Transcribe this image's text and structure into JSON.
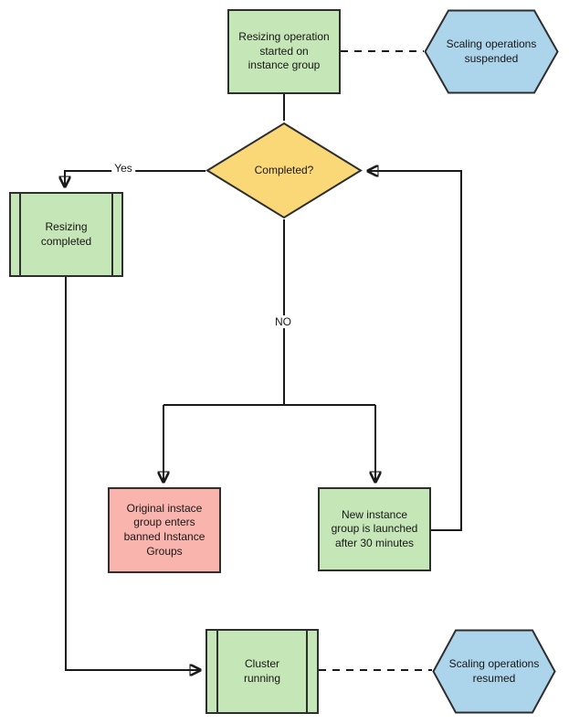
{
  "diagram": {
    "type": "flowchart",
    "colors": {
      "green": "#C5E6B6",
      "yellow": "#FAD878",
      "blue": "#ACD4EA",
      "pink": "#F9B5AD",
      "shape_stroke": "#2E2E2E",
      "line": "#1A1A1A",
      "background": "#FFFFFF"
    },
    "nodes": {
      "start": {
        "shape": "process",
        "fill_color": "#C5E6B6",
        "label": "Resizing operation\nstarted on\ninstance group"
      },
      "suspended": {
        "shape": "hexagon",
        "fill_color": "#ACD4EA",
        "label": "Scaling operations\nsuspended"
      },
      "completed": {
        "shape": "decision",
        "fill_color": "#FAD878",
        "label": "Completed?"
      },
      "resizing_completed": {
        "shape": "predefined-process",
        "fill_color": "#C5E6B6",
        "label": "Resizing\ncompleted"
      },
      "banned": {
        "shape": "process",
        "fill_color": "#F9B5AD",
        "label": "Original instace\ngroup enters\nbanned Instance\nGroups"
      },
      "new_group": {
        "shape": "process",
        "fill_color": "#C5E6B6",
        "label": "New instance\ngroup is launched\nafter 30 minutes"
      },
      "cluster": {
        "shape": "predefined-process",
        "fill_color": "#C5E6B6",
        "label": "Cluster\nrunning"
      },
      "resumed": {
        "shape": "hexagon",
        "fill_color": "#ACD4EA",
        "label": "Scaling operations\nresumed"
      }
    },
    "edges": [
      {
        "from": "start",
        "to": "suspended",
        "style": "dashed",
        "label": ""
      },
      {
        "from": "start",
        "to": "completed",
        "style": "solid",
        "label": ""
      },
      {
        "from": "completed",
        "to": "resizing_completed",
        "style": "solid",
        "label": "Yes"
      },
      {
        "from": "completed",
        "to": "banned",
        "style": "solid",
        "label": "NO"
      },
      {
        "from": "completed",
        "to": "new_group",
        "style": "solid",
        "label": ""
      },
      {
        "from": "new_group",
        "to": "completed",
        "style": "solid",
        "label": ""
      },
      {
        "from": "resizing_completed",
        "to": "cluster",
        "style": "solid",
        "label": ""
      },
      {
        "from": "cluster",
        "to": "resumed",
        "style": "dashed",
        "label": ""
      }
    ]
  }
}
